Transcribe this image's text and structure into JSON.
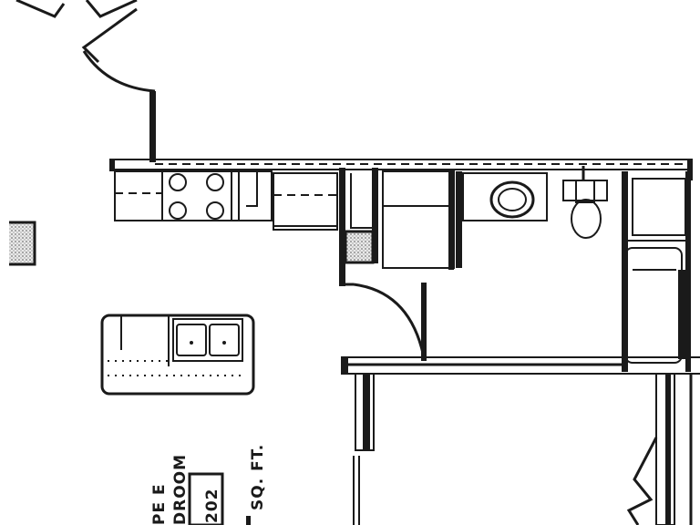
{
  "plan": {
    "unit_type_text": "PE E",
    "bedroom_text": "DROOM",
    "unit_number": "202",
    "area_text": "SQ. FT."
  }
}
